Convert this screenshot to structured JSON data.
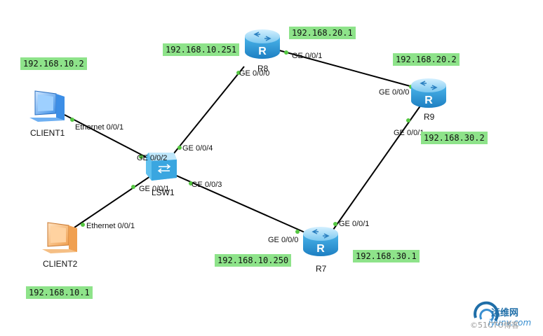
{
  "devices": {
    "r8": {
      "label": "R8"
    },
    "r9": {
      "label": "R9"
    },
    "r7": {
      "label": "R7"
    },
    "lsw1": {
      "label": "LSW1"
    },
    "client1": {
      "label": "CLIENT1"
    },
    "client2": {
      "label": "CLIENT2"
    }
  },
  "ip_tags": {
    "r8_up": "192.168.20.1",
    "r8_left": "192.168.10.251",
    "client1": "192.168.10.2",
    "r9_up": "192.168.20.2",
    "r9_down": "192.168.30.2",
    "r7_left": "192.168.10.250",
    "r7_right": "192.168.30.1",
    "client2": "192.168.10.1"
  },
  "ports": {
    "r8_ge001": "GE 0/0/1",
    "r8_ge000": "GE 0/0/0",
    "r9_ge000": "GE 0/0/0",
    "r9_ge001": "GE 0/0/1",
    "lsw_ge004": "GE 0/0/4",
    "lsw_ge002": "GE 0/0/2",
    "lsw_ge001": "GE 0/0/1",
    "lsw_ge003": "GE 0/0/3",
    "c1_eth": "Ethernet 0/0/1",
    "c2_eth": "Ethernet 0/0/1",
    "r7_ge000": "GE 0/0/0",
    "r7_ge001": "GE 0/0/1"
  },
  "watermark": {
    "cn": "运维网",
    "en": "iyunv.com",
    "credit": "©51CTO博客"
  },
  "colors": {
    "ip_tag_bg": "#8ee38a",
    "link": "#000000",
    "port_dot": "#55c742",
    "router_body": "#3aa6e0",
    "switch_body": "#5fc0ee",
    "client1": "#3c8ee6",
    "client2": "#f0a050"
  }
}
